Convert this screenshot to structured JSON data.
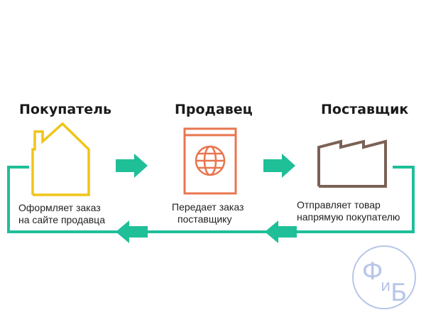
{
  "nodes": [
    {
      "id": "buyer",
      "title": "Покупатель",
      "icon": "house-icon",
      "icon_color": "#f0c419",
      "caption_lines": [
        "Оформляет заказ",
        "на сайте продавца"
      ]
    },
    {
      "id": "seller",
      "title": "Продавец",
      "icon": "globe-card-icon",
      "icon_color": "#e9754f",
      "caption_lines": [
        "Передает заказ",
        "поставщику"
      ]
    },
    {
      "id": "supplier",
      "title": "Поставщик",
      "icon": "factory-icon",
      "icon_color": "#7b6155",
      "caption_lines": [
        "Отправляет товар",
        "напрямую покупателю"
      ]
    }
  ],
  "colors": {
    "flow": "#1fbf98",
    "watermark": "#b8c6e8"
  },
  "watermark": {
    "letters": [
      "Ф",
      "и",
      "Б"
    ]
  }
}
